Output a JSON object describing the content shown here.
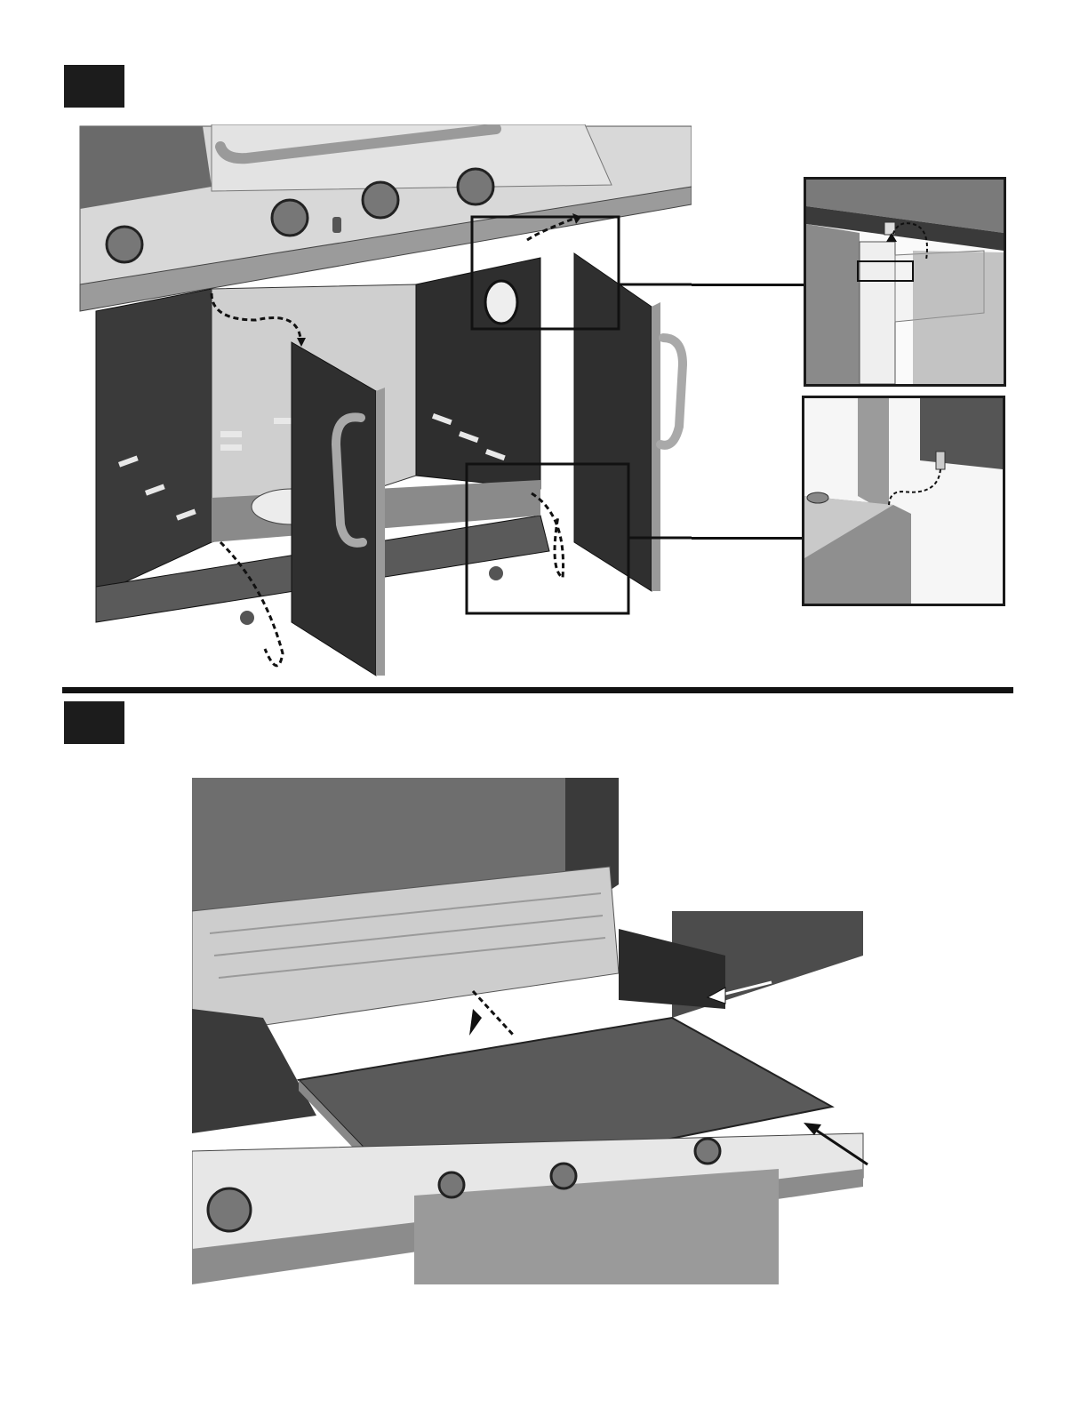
{
  "page": {
    "steps": [
      {
        "badge_text": ""
      },
      {
        "badge_text": ""
      }
    ]
  },
  "figures": {
    "step1": {
      "main": "cabinet-doors-installation",
      "details": [
        "upper-door-pin-detail",
        "lower-door-pin-detail"
      ]
    },
    "step2": {
      "main": "warming-rack-installation"
    }
  },
  "colors": {
    "steel_dark": "#4a4a4a",
    "steel_mid": "#8a8a8a",
    "steel_light": "#c9c9c9",
    "panel_black": "#2b2b2b",
    "outline": "#1a1a1a"
  }
}
